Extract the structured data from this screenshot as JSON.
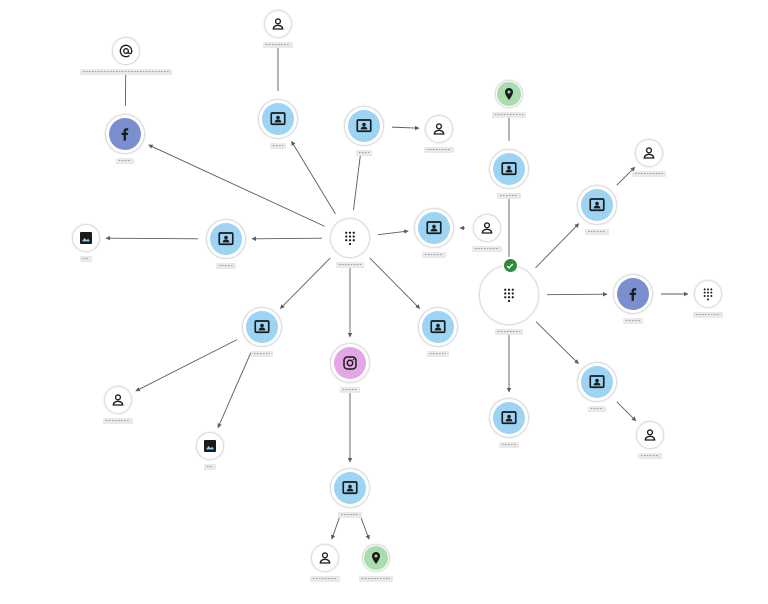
{
  "colors": {
    "screen": "#9dd3f3",
    "facebook": "#7b8fd0",
    "instagram": "#e3a6e6",
    "location": "#a9dcae",
    "neutral": "#ffffff",
    "icon": "#1b1b1b",
    "edge": "#5c5c5c",
    "verified": "#2e8b3a"
  },
  "nodes": [
    {
      "id": "hub-left",
      "icon": "dialpad-icon",
      "kind": "neutral",
      "size": "medium",
      "label": ""
    },
    {
      "id": "hub-right",
      "icon": "dialpad-icon",
      "kind": "neutral",
      "size": "large",
      "label": "",
      "verified": true
    },
    {
      "id": "n-screen-top",
      "icon": "person-card-icon",
      "kind": "screen",
      "size": "small",
      "label": ""
    },
    {
      "id": "n-user-top",
      "icon": "person-icon",
      "kind": "neutral",
      "size": "tiny",
      "label": ""
    },
    {
      "id": "n-screen-topmid",
      "icon": "person-card-icon",
      "kind": "screen",
      "size": "small",
      "label": ""
    },
    {
      "id": "n-user-topmid",
      "icon": "person-icon",
      "kind": "neutral",
      "size": "tiny",
      "label": ""
    },
    {
      "id": "n-facebook-left",
      "icon": "facebook-icon",
      "kind": "facebook",
      "size": "small",
      "label": ""
    },
    {
      "id": "n-email",
      "icon": "at-icon",
      "kind": "neutral",
      "size": "tiny",
      "label": ""
    },
    {
      "id": "n-screen-left",
      "icon": "person-card-icon",
      "kind": "screen",
      "size": "small",
      "label": ""
    },
    {
      "id": "n-image-left",
      "icon": "image-icon",
      "kind": "neutral",
      "size": "tiny",
      "label": ""
    },
    {
      "id": "n-screen-mid",
      "icon": "person-card-icon",
      "kind": "screen",
      "size": "small",
      "label": ""
    },
    {
      "id": "n-user-mid",
      "icon": "person-icon",
      "kind": "neutral",
      "size": "tiny",
      "label": ""
    },
    {
      "id": "n-screen-lowleft",
      "icon": "person-card-icon",
      "kind": "screen",
      "size": "small",
      "label": ""
    },
    {
      "id": "n-user-lowleft",
      "icon": "person-icon",
      "kind": "neutral",
      "size": "tiny",
      "label": ""
    },
    {
      "id": "n-image-lowleft",
      "icon": "image-icon",
      "kind": "neutral",
      "size": "tiny",
      "label": ""
    },
    {
      "id": "n-instagram",
      "icon": "instagram-icon",
      "kind": "instagram",
      "size": "small",
      "label": ""
    },
    {
      "id": "n-screen-bottom",
      "icon": "person-card-icon",
      "kind": "screen",
      "size": "small",
      "label": ""
    },
    {
      "id": "n-user-bottom",
      "icon": "person-icon",
      "kind": "neutral",
      "size": "tiny",
      "label": ""
    },
    {
      "id": "n-location-bottom",
      "icon": "location-pin-icon",
      "kind": "location",
      "size": "tiny",
      "label": ""
    },
    {
      "id": "n-screen-center",
      "icon": "person-card-icon",
      "kind": "screen",
      "size": "small",
      "label": ""
    },
    {
      "id": "n-screen-upright",
      "icon": "person-card-icon",
      "kind": "screen",
      "size": "small",
      "label": ""
    },
    {
      "id": "n-location-top",
      "icon": "location-pin-icon",
      "kind": "location",
      "size": "tiny",
      "label": ""
    },
    {
      "id": "n-screen-right1",
      "icon": "person-card-icon",
      "kind": "screen",
      "size": "small",
      "label": ""
    },
    {
      "id": "n-user-right1",
      "icon": "person-icon",
      "kind": "neutral",
      "size": "tiny",
      "label": ""
    },
    {
      "id": "n-facebook-right",
      "icon": "facebook-icon",
      "kind": "facebook",
      "size": "small",
      "label": ""
    },
    {
      "id": "n-dialpad-right",
      "icon": "dialpad-icon",
      "kind": "neutral",
      "size": "tiny",
      "label": ""
    },
    {
      "id": "n-screen-right2",
      "icon": "person-card-icon",
      "kind": "screen",
      "size": "small",
      "label": ""
    },
    {
      "id": "n-user-right2",
      "icon": "person-icon",
      "kind": "neutral",
      "size": "tiny",
      "label": ""
    },
    {
      "id": "n-screen-lowmid",
      "icon": "person-card-icon",
      "kind": "screen",
      "size": "small",
      "label": ""
    }
  ],
  "edges": [
    [
      "hub-left",
      "n-screen-top"
    ],
    [
      "n-screen-top",
      "n-user-top"
    ],
    [
      "hub-left",
      "n-screen-topmid"
    ],
    [
      "n-screen-topmid",
      "n-user-topmid"
    ],
    [
      "hub-left",
      "n-facebook-left"
    ],
    [
      "n-facebook-left",
      "n-email"
    ],
    [
      "hub-left",
      "n-screen-left"
    ],
    [
      "n-screen-left",
      "n-image-left"
    ],
    [
      "hub-left",
      "n-screen-mid"
    ],
    [
      "n-user-mid",
      "n-screen-mid"
    ],
    [
      "hub-left",
      "n-screen-lowleft"
    ],
    [
      "n-screen-lowleft",
      "n-user-lowleft"
    ],
    [
      "n-screen-lowleft",
      "n-image-lowleft"
    ],
    [
      "hub-left",
      "n-instagram"
    ],
    [
      "n-instagram",
      "n-screen-bottom"
    ],
    [
      "n-screen-bottom",
      "n-user-bottom"
    ],
    [
      "n-screen-bottom",
      "n-location-bottom"
    ],
    [
      "hub-left",
      "n-screen-center"
    ],
    [
      "hub-right",
      "n-screen-upright"
    ],
    [
      "n-screen-upright",
      "n-location-top"
    ],
    [
      "hub-right",
      "n-screen-right1"
    ],
    [
      "n-screen-right1",
      "n-user-right1"
    ],
    [
      "hub-right",
      "n-facebook-right"
    ],
    [
      "n-facebook-right",
      "n-dialpad-right"
    ],
    [
      "hub-right",
      "n-screen-right2"
    ],
    [
      "n-screen-right2",
      "n-user-right2"
    ],
    [
      "hub-right",
      "n-screen-lowmid"
    ]
  ]
}
